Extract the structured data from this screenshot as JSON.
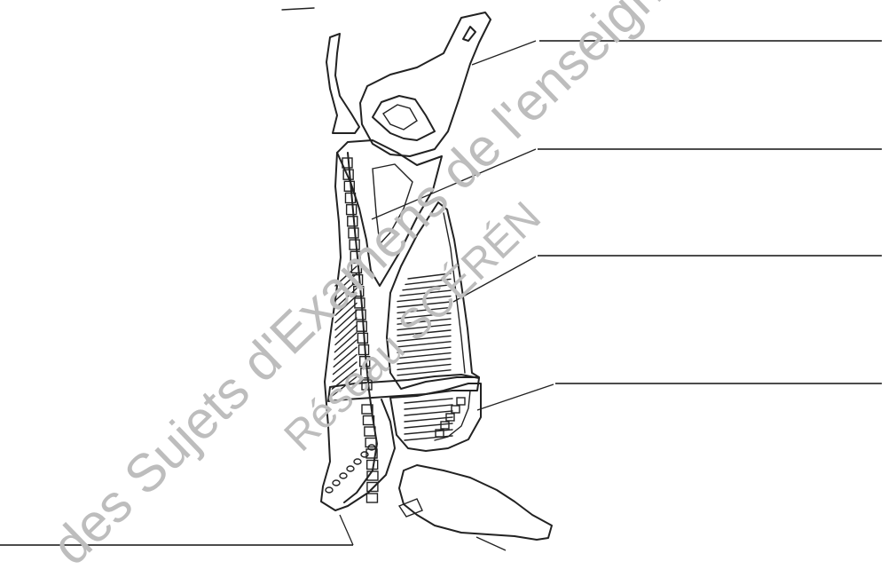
{
  "watermark": {
    "line1": "des Sujets d'Examens de l'enseignement",
    "line2": "Réseau SCÉRÉN"
  },
  "answer_lines": [
    {
      "id": "label-line-1",
      "text": ""
    },
    {
      "id": "label-line-2",
      "text": ""
    },
    {
      "id": "label-line-3",
      "text": ""
    },
    {
      "id": "label-line-4",
      "text": ""
    },
    {
      "id": "label-line-5",
      "text": ""
    }
  ],
  "colors": {
    "ink": "#222222",
    "watermark": "#bdbdbd"
  }
}
